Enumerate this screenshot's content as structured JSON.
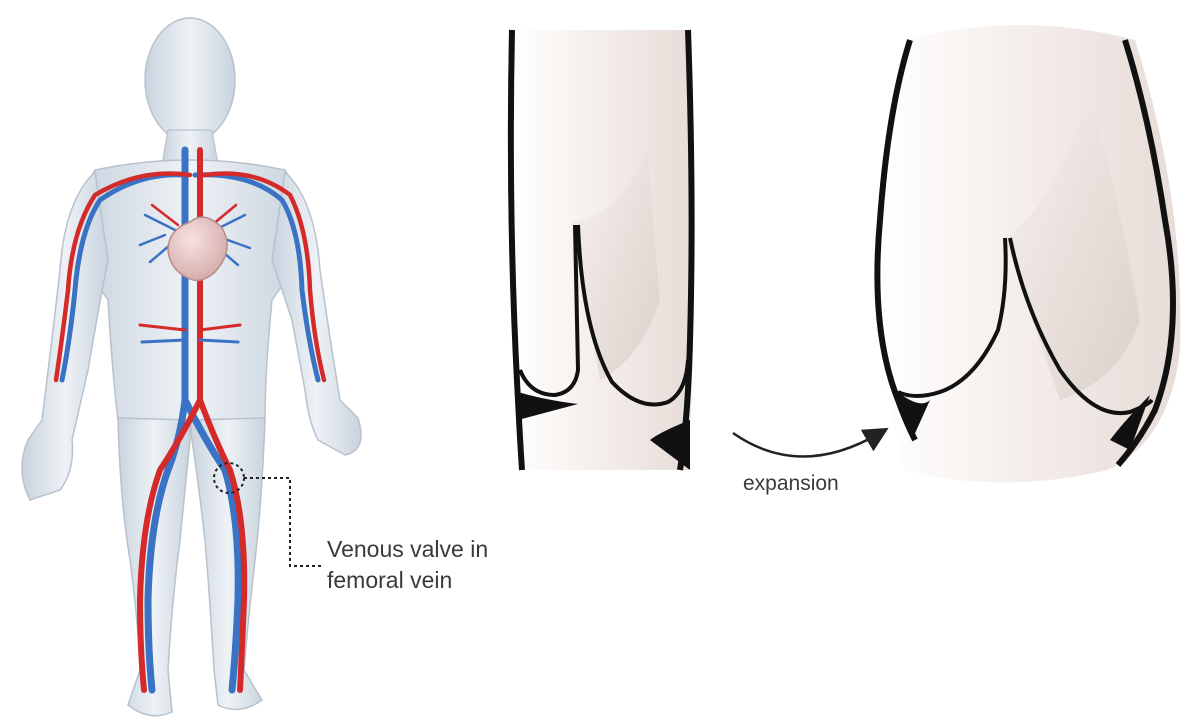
{
  "figure": {
    "callout": {
      "line1": "Venous valve in",
      "line2": "femoral vein"
    },
    "transition": {
      "label": "expansion"
    }
  },
  "colors": {
    "artery": "#d42a2a",
    "vein": "#3a72c4",
    "body": "#dfe6ee",
    "heart": "#e9c7c6",
    "vessel_wall": "#111111",
    "vessel_fill": "#f3ece9",
    "label": "#3a3a3a"
  },
  "icons": {
    "body_figure": "human-circulatory-figure",
    "heart": "heart-icon",
    "arrow": "curved-arrow-icon"
  }
}
